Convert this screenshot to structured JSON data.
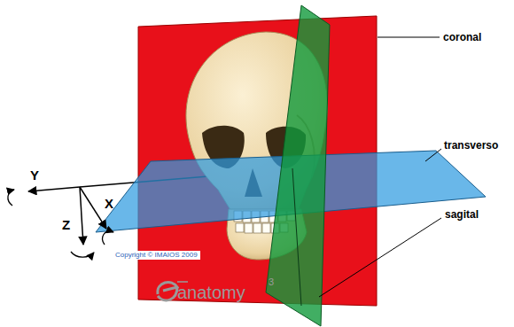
{
  "diagram": {
    "labels": [
      "coronal",
      "transverso",
      "sagital",
      "Y",
      "Z",
      "X",
      "Copyright © IMAIOS 2009",
      "anatomy",
      "3"
    ]
  }
}
